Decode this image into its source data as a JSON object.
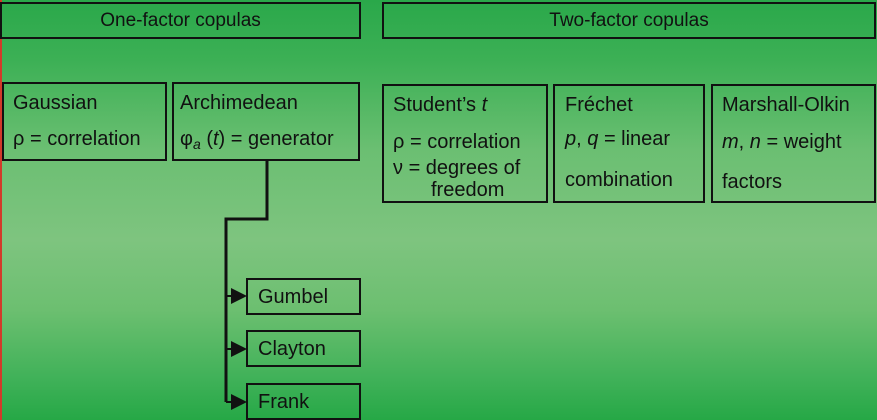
{
  "headers": {
    "one_factor": "One-factor copulas",
    "two_factor": "Two-factor copulas"
  },
  "gaussian": {
    "title": "Gaussian",
    "rho": "ρ",
    "line": "= correlation"
  },
  "archimedean": {
    "title": "Archimedean",
    "phi": "φ",
    "sub": "a",
    "t": "t",
    "line": "= generator"
  },
  "archimedean_children": [
    "Gumbel",
    "Clayton",
    "Frank"
  ],
  "student": {
    "title": "Student’s",
    "t": "t",
    "rho": "ρ",
    "rho_line": "= correlation",
    "nu": "ν",
    "nu_line": "= degrees of",
    "nu_line2": "freedom"
  },
  "frechet": {
    "title": "Fréchet",
    "p": "p",
    "q": "q",
    "line": "= linear",
    "line2": "combination"
  },
  "marshall": {
    "title": "Marshall-Olkin",
    "m": "m",
    "n": "n",
    "line": "= weight",
    "line2": "factors"
  },
  "colors": {
    "background_top": "#2aa84a",
    "background_mid": "#7ec47f",
    "border": "#111111",
    "edge": "#d23a2a"
  }
}
